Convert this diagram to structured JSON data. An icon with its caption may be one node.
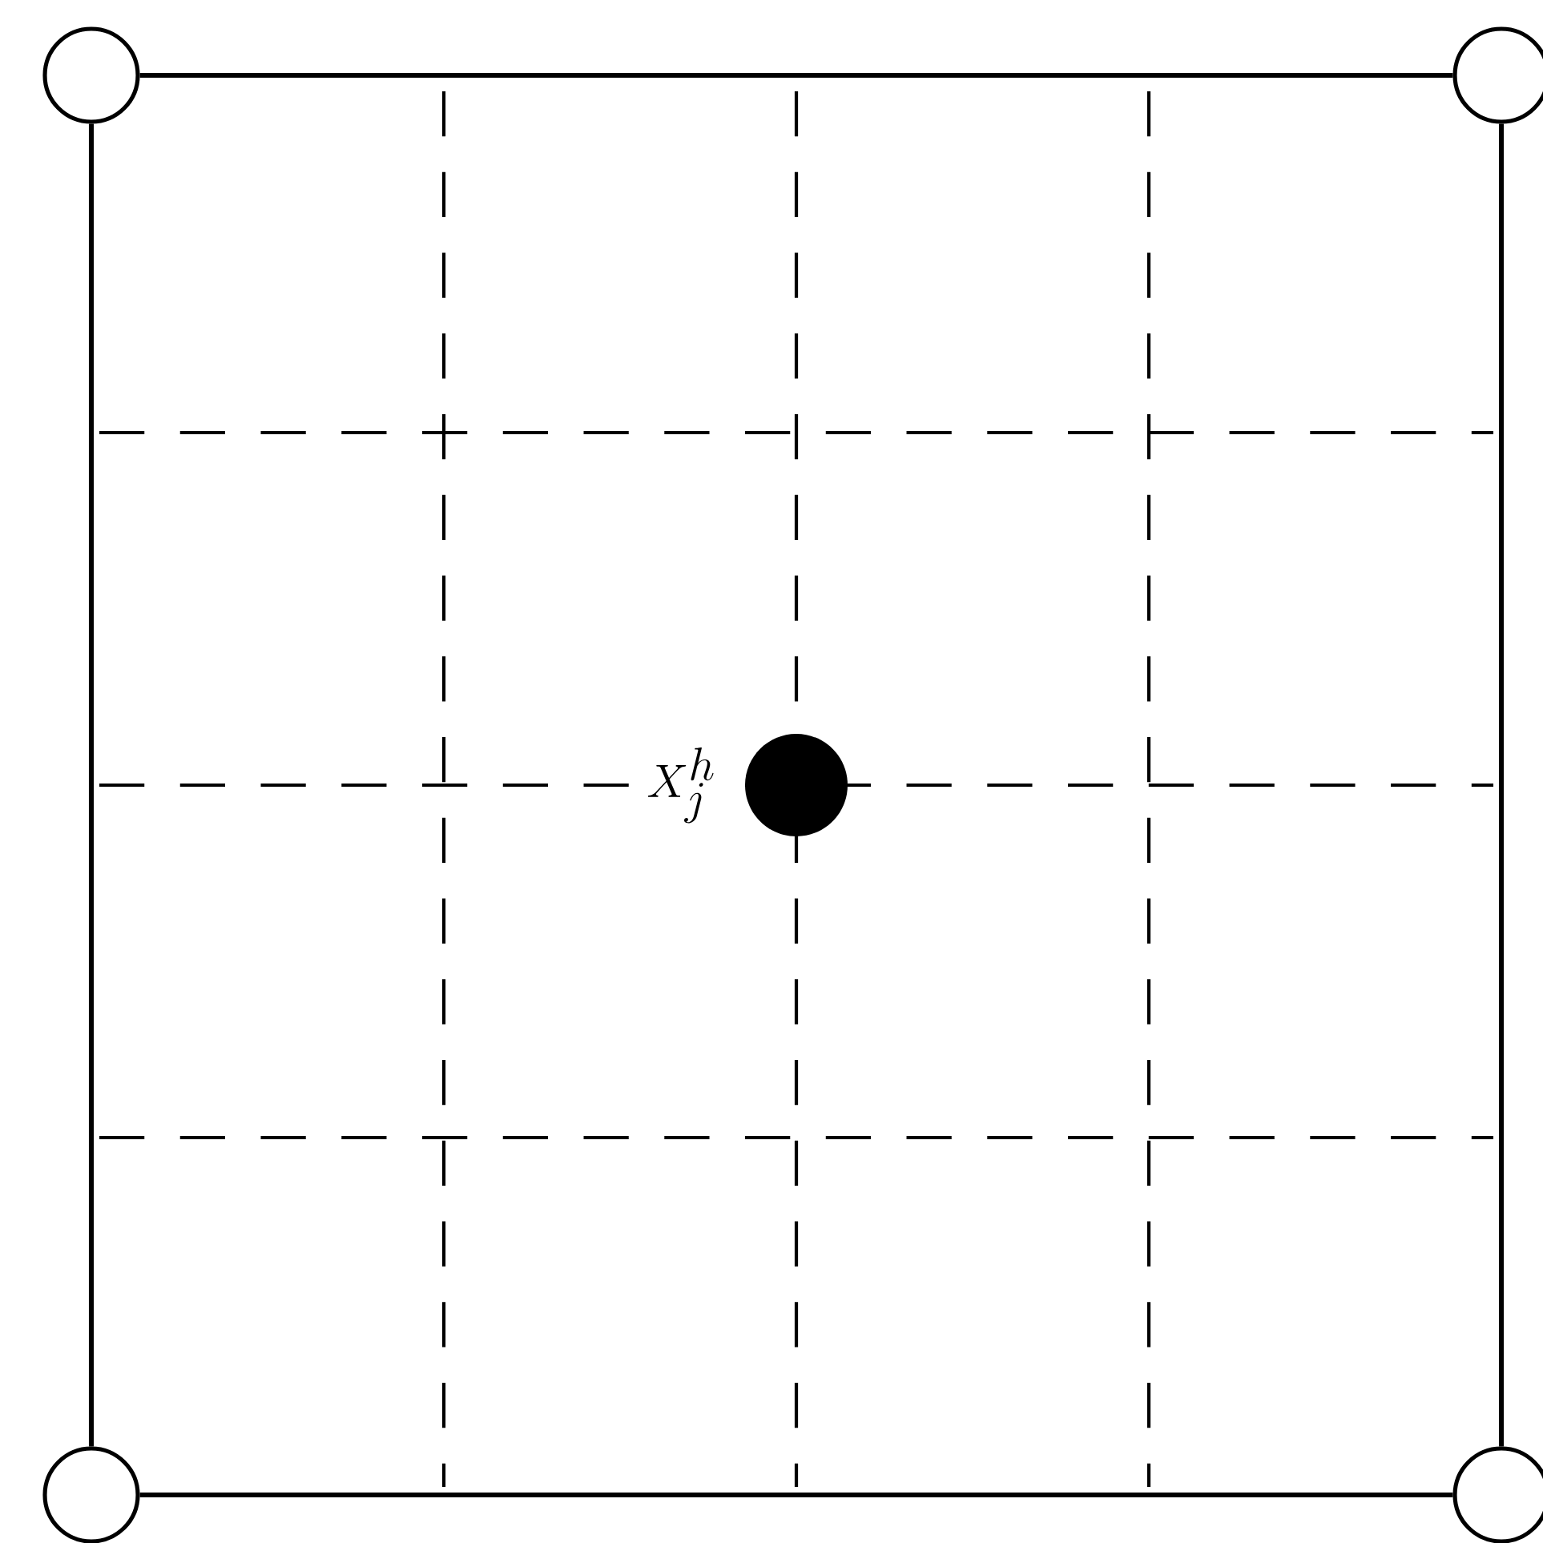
{
  "diagram": {
    "nodes": [
      {
        "text": [],
        "shape": "circle"
      },
      {
        "text": [],
        "shape": "circle"
      },
      {
        "text": [],
        "shape": "dot",
        "beside": [
          "X_j^h"
        ]
      },
      {
        "text": [],
        "shape": "circle"
      },
      {
        "text": [],
        "shape": "circle"
      }
    ],
    "edges": [
      {
        "from": 0,
        "to": 1,
        "arrow": "none"
      },
      {
        "from": 1,
        "to": 4,
        "arrow": "none"
      },
      {
        "from": 3,
        "to": 4,
        "arrow": "none"
      },
      {
        "from": 0,
        "to": 3,
        "arrow": "none"
      }
    ]
  }
}
